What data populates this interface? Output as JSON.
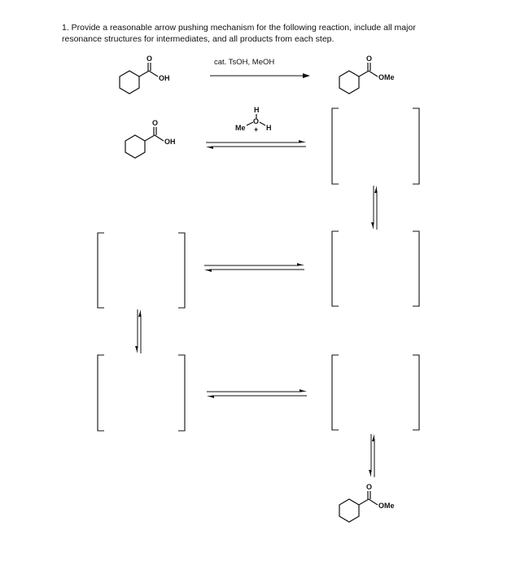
{
  "question": {
    "line1": "1. Provide a reasonable arrow pushing mechanism for the following reaction, include all major",
    "line2": "resonance structures for intermediates, and all products from each step."
  },
  "reaction": {
    "conditions": "cat. TsOH, MeOH",
    "reactant_oh_label": "OH",
    "product_ome_label": "OMe",
    "carbonyl_o_label": "O"
  },
  "step1": {
    "reagent_h": "H",
    "reagent_o": "O",
    "reagent_plus": "+",
    "reagent_me": "Me",
    "reagent_h2": "H",
    "start_oh_label": "OH",
    "start_o_label": "O"
  },
  "final": {
    "ome_label": "OMe",
    "o_label": "O"
  }
}
